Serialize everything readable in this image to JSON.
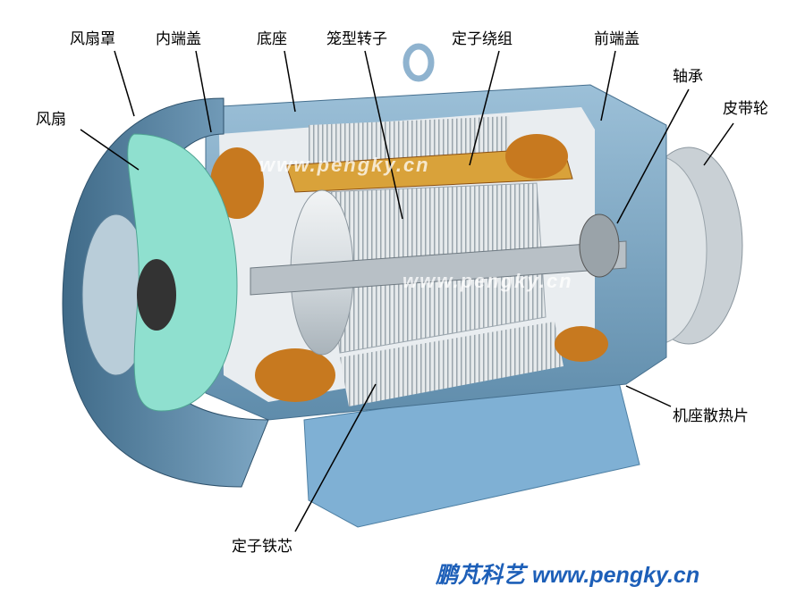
{
  "labels": {
    "fan_cover": "风扇罩",
    "inner_end_cover": "内端盖",
    "base": "底座",
    "squirrel_cage_rotor": "笼型转子",
    "stator_winding": "定子绕组",
    "front_end_cover": "前端盖",
    "bearing": "轴承",
    "pulley": "皮带轮",
    "fan": "风扇",
    "frame_cooling_fins": "机座散热片",
    "stator_core": "定子铁芯"
  },
  "watermark": "www.pengky.cn",
  "footer": {
    "brand": "鹏芃科艺",
    "url": "www.pengky.cn"
  },
  "colors": {
    "housing": "#7fa9c6",
    "housing_dark": "#4e7a99",
    "fan": "#8fe0cf",
    "winding": "#c7791f",
    "rotor": "#d9dee2",
    "footer_text": "#1d5fb8"
  }
}
